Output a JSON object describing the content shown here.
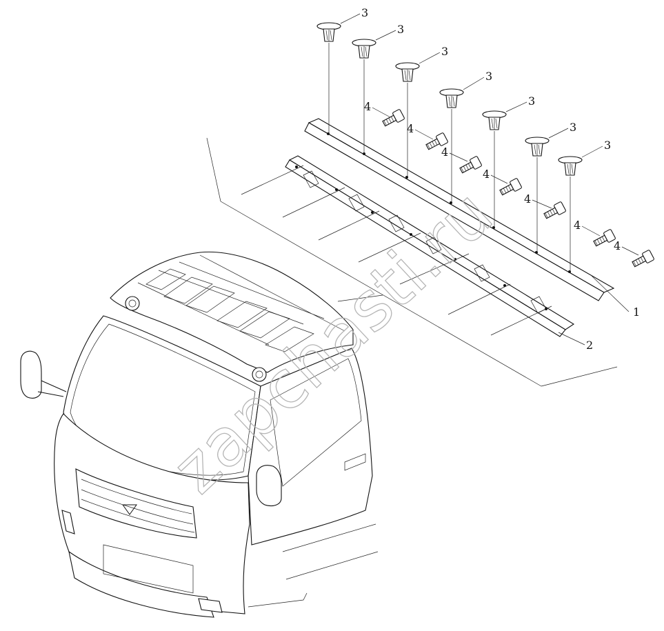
{
  "diagram": {
    "callouts": {
      "roof_panel": "1",
      "roof_strip": "2",
      "clip": "3",
      "bolt": "4"
    },
    "watermark": "zapchasti.ru"
  }
}
